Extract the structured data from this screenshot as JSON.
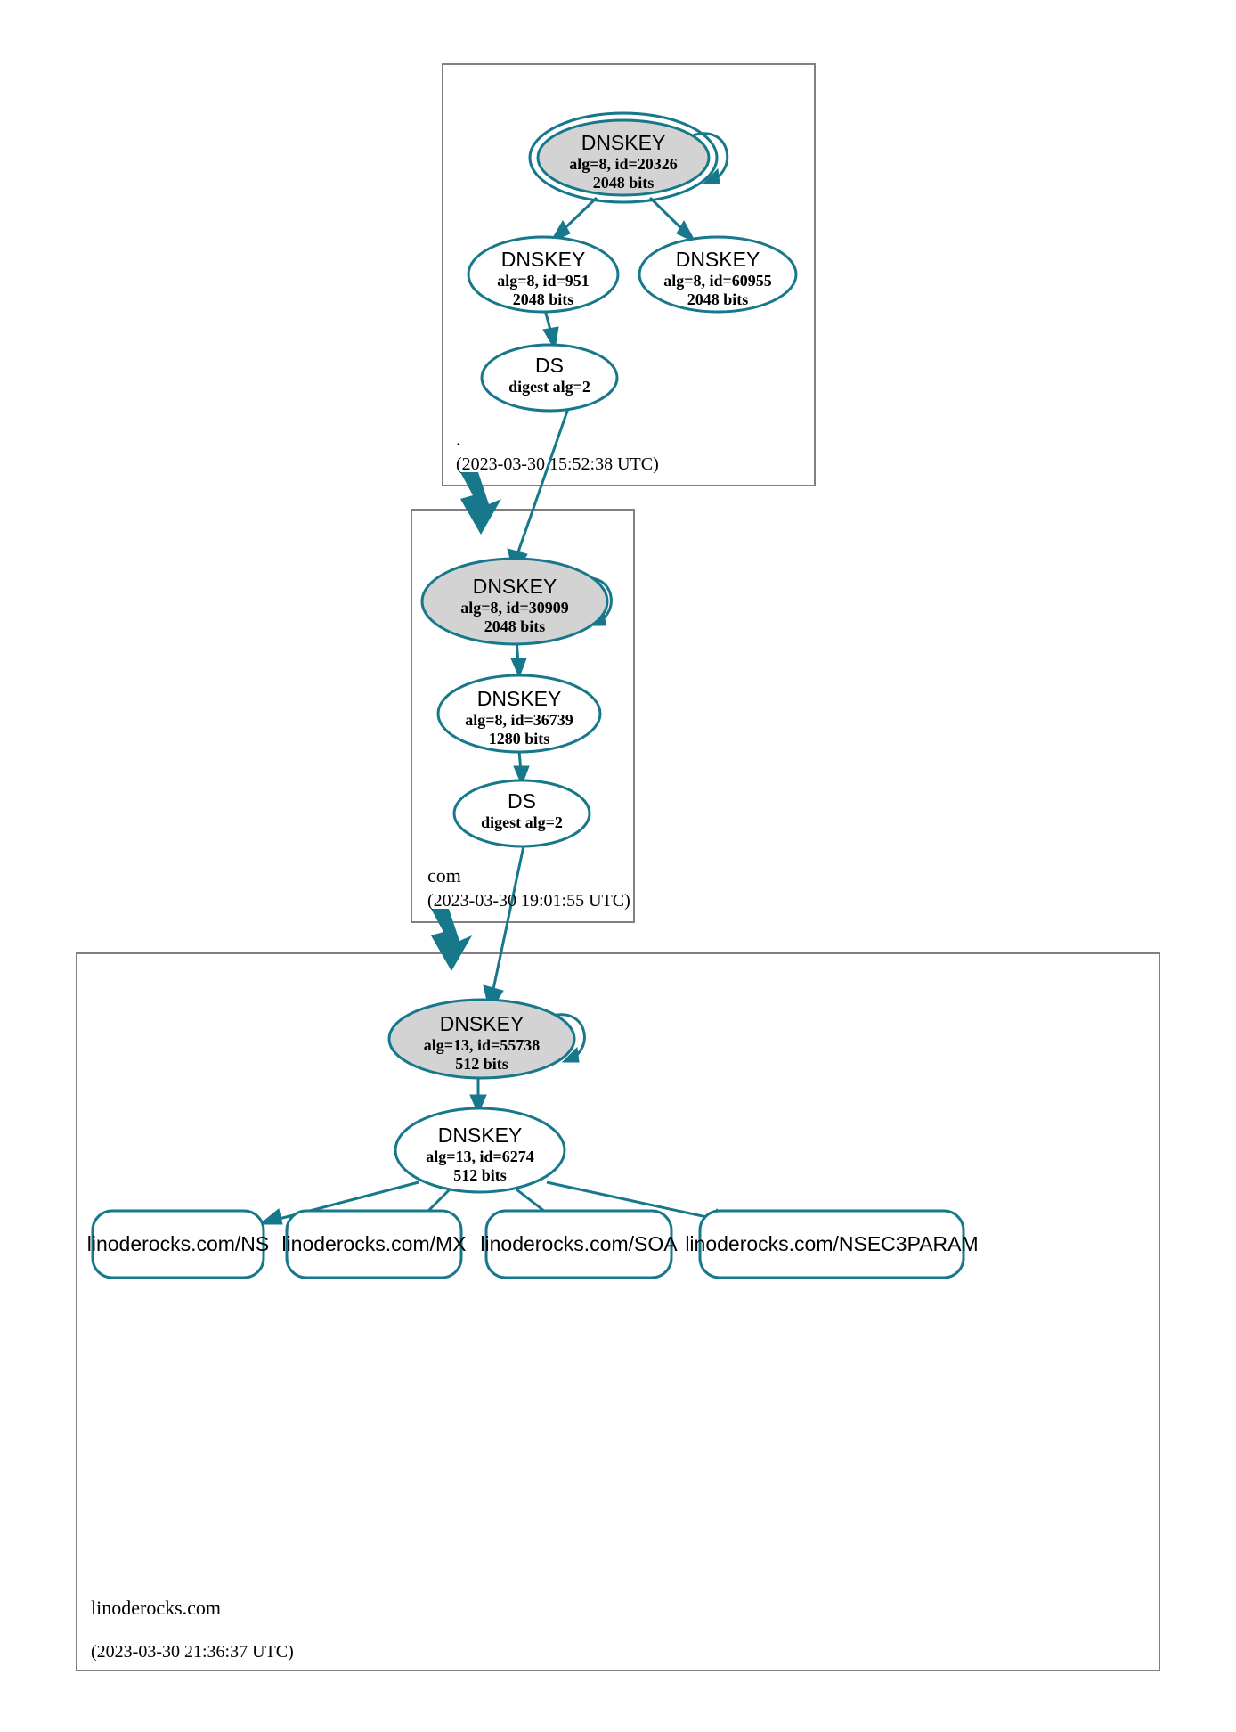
{
  "diagram": {
    "type": "dnssec-authentication-chain",
    "title": "DNSSEC authentication chain for linoderocks.com",
    "colors": {
      "accent": "#17788c",
      "secure_key_fill": "#d3d3d3",
      "zone_border": "#808080",
      "node_fill": "#ffffff",
      "text": "#000000"
    },
    "zones": [
      {
        "id": "root",
        "name": ".",
        "timestamp": "(2023-03-30 15:52:38 UTC)",
        "nodes": [
          {
            "id": "root-ksk",
            "kind": "DNSKEY",
            "role": "trust-anchor",
            "title": "DNSKEY",
            "params": "alg=8, id=20326",
            "size": "2048 bits",
            "algorithm": 8,
            "key_id": 20326,
            "bits": 2048,
            "shaded": true,
            "double_ring": true,
            "self_signed": true
          },
          {
            "id": "root-zsk-951",
            "kind": "DNSKEY",
            "role": "zone-signing-key",
            "title": "DNSKEY",
            "params": "alg=8, id=951",
            "size": "2048 bits",
            "algorithm": 8,
            "key_id": 951,
            "bits": 2048,
            "shaded": false,
            "double_ring": false,
            "self_signed": false
          },
          {
            "id": "root-zsk-60955",
            "kind": "DNSKEY",
            "role": "zone-signing-key",
            "title": "DNSKEY",
            "params": "alg=8, id=60955",
            "size": "2048 bits",
            "algorithm": 8,
            "key_id": 60955,
            "bits": 2048,
            "shaded": false,
            "double_ring": false,
            "self_signed": false
          },
          {
            "id": "root-ds",
            "kind": "DS",
            "role": "delegation-signer",
            "title": "DS",
            "params": "digest alg=2",
            "digest_algorithm": 2,
            "shaded": false,
            "double_ring": false,
            "self_signed": false
          }
        ]
      },
      {
        "id": "com",
        "name": "com",
        "timestamp": "(2023-03-30 19:01:55 UTC)",
        "nodes": [
          {
            "id": "com-ksk",
            "kind": "DNSKEY",
            "role": "key-signing-key",
            "title": "DNSKEY",
            "params": "alg=8, id=30909",
            "size": "2048 bits",
            "algorithm": 8,
            "key_id": 30909,
            "bits": 2048,
            "shaded": true,
            "double_ring": false,
            "self_signed": true
          },
          {
            "id": "com-zsk",
            "kind": "DNSKEY",
            "role": "zone-signing-key",
            "title": "DNSKEY",
            "params": "alg=8, id=36739",
            "size": "1280 bits",
            "algorithm": 8,
            "key_id": 36739,
            "bits": 1280,
            "shaded": false,
            "double_ring": false,
            "self_signed": false
          },
          {
            "id": "com-ds",
            "kind": "DS",
            "role": "delegation-signer",
            "title": "DS",
            "params": "digest alg=2",
            "digest_algorithm": 2,
            "shaded": false,
            "double_ring": false,
            "self_signed": false
          }
        ]
      },
      {
        "id": "linoderocks",
        "name": "linoderocks.com",
        "timestamp": "(2023-03-30 21:36:37 UTC)",
        "nodes": [
          {
            "id": "lr-ksk",
            "kind": "DNSKEY",
            "role": "key-signing-key",
            "title": "DNSKEY",
            "params": "alg=13, id=55738",
            "size": "512 bits",
            "algorithm": 13,
            "key_id": 55738,
            "bits": 512,
            "shaded": true,
            "double_ring": false,
            "self_signed": true
          },
          {
            "id": "lr-zsk",
            "kind": "DNSKEY",
            "role": "zone-signing-key",
            "title": "DNSKEY",
            "params": "alg=13, id=6274",
            "size": "512 bits",
            "algorithm": 13,
            "key_id": 6274,
            "bits": 512,
            "shaded": false,
            "double_ring": false,
            "self_signed": false
          }
        ],
        "rrsets": [
          {
            "id": "rr-ns",
            "label": "linoderocks.com/NS"
          },
          {
            "id": "rr-mx",
            "label": "linoderocks.com/MX"
          },
          {
            "id": "rr-soa",
            "label": "linoderocks.com/SOA"
          },
          {
            "id": "rr-nsec3param",
            "label": "linoderocks.com/NSEC3PARAM"
          }
        ]
      }
    ]
  }
}
